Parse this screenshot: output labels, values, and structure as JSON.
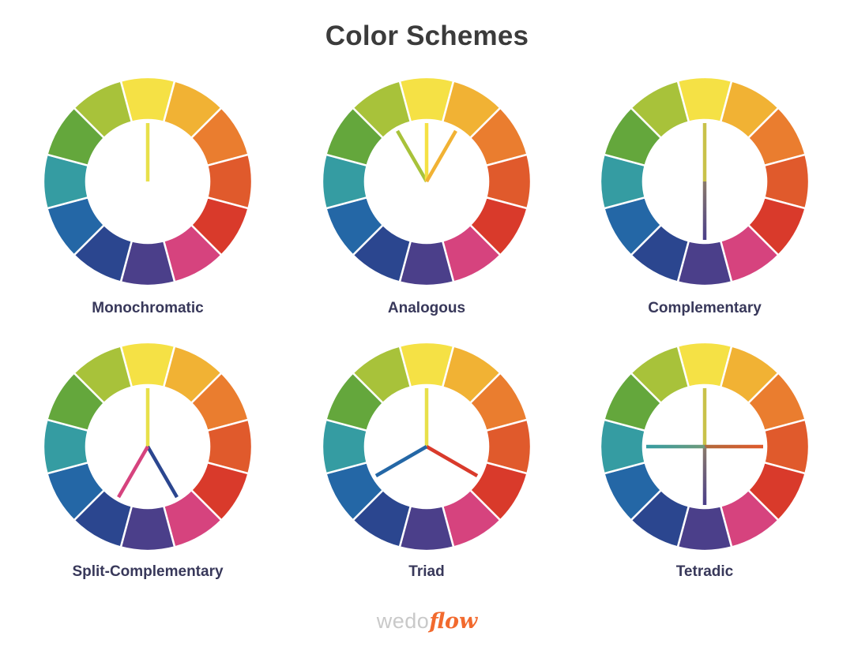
{
  "title": "Color Schemes",
  "wheel_colors": [
    "#f5e145",
    "#f1b234",
    "#ea7d2f",
    "#e05a2c",
    "#d93a2b",
    "#d6437e",
    "#4b3f8a",
    "#2b468f",
    "#2467a6",
    "#359ca2",
    "#64a73c",
    "#a8c23a"
  ],
  "schemes": [
    {
      "label": "Monochromatic",
      "lines": [
        {
          "angle": 0,
          "length": "short",
          "from": "#e8e04a",
          "to": "#e8e04a"
        }
      ]
    },
    {
      "label": "Analogous",
      "lines": [
        {
          "angle": -30,
          "from": "#a8c23a",
          "to": "#a8c23a"
        },
        {
          "angle": 0,
          "from": "#f5e145",
          "to": "#f5e145"
        },
        {
          "angle": 30,
          "from": "#f1b234",
          "to": "#f1b234"
        }
      ]
    },
    {
      "label": "Complementary",
      "lines": [
        {
          "angle": 0,
          "from": "#c9c24a",
          "to": "#c9c24a"
        },
        {
          "angle": 180,
          "from": "#8a7a6a",
          "to": "#4b3f8a"
        }
      ]
    },
    {
      "label": "Split-Complementary",
      "lines": [
        {
          "angle": 0,
          "from": "#e8e04a",
          "to": "#e8e04a"
        },
        {
          "angle": 150,
          "from": "#2b468f",
          "to": "#2b468f"
        },
        {
          "angle": 210,
          "from": "#d6437e",
          "to": "#d6437e"
        }
      ]
    },
    {
      "label": "Triad",
      "lines": [
        {
          "angle": 0,
          "from": "#e8e04a",
          "to": "#e8e04a"
        },
        {
          "angle": 120,
          "from": "#d93a2b",
          "to": "#d93a2b"
        },
        {
          "angle": 240,
          "from": "#2467a6",
          "to": "#2467a6"
        }
      ]
    },
    {
      "label": "Tetradic",
      "lines": [
        {
          "angle": 0,
          "from": "#c9c24a",
          "to": "#c9c24a"
        },
        {
          "angle": 90,
          "from": "#b06a3c",
          "to": "#e05a2c"
        },
        {
          "angle": 180,
          "from": "#8a7a6a",
          "to": "#4b3f8a"
        },
        {
          "angle": 270,
          "from": "#6f9a7a",
          "to": "#359ca2"
        }
      ]
    }
  ],
  "logo": {
    "part1": "wedo",
    "part2": "flow",
    "accent": "#f26a2e"
  }
}
